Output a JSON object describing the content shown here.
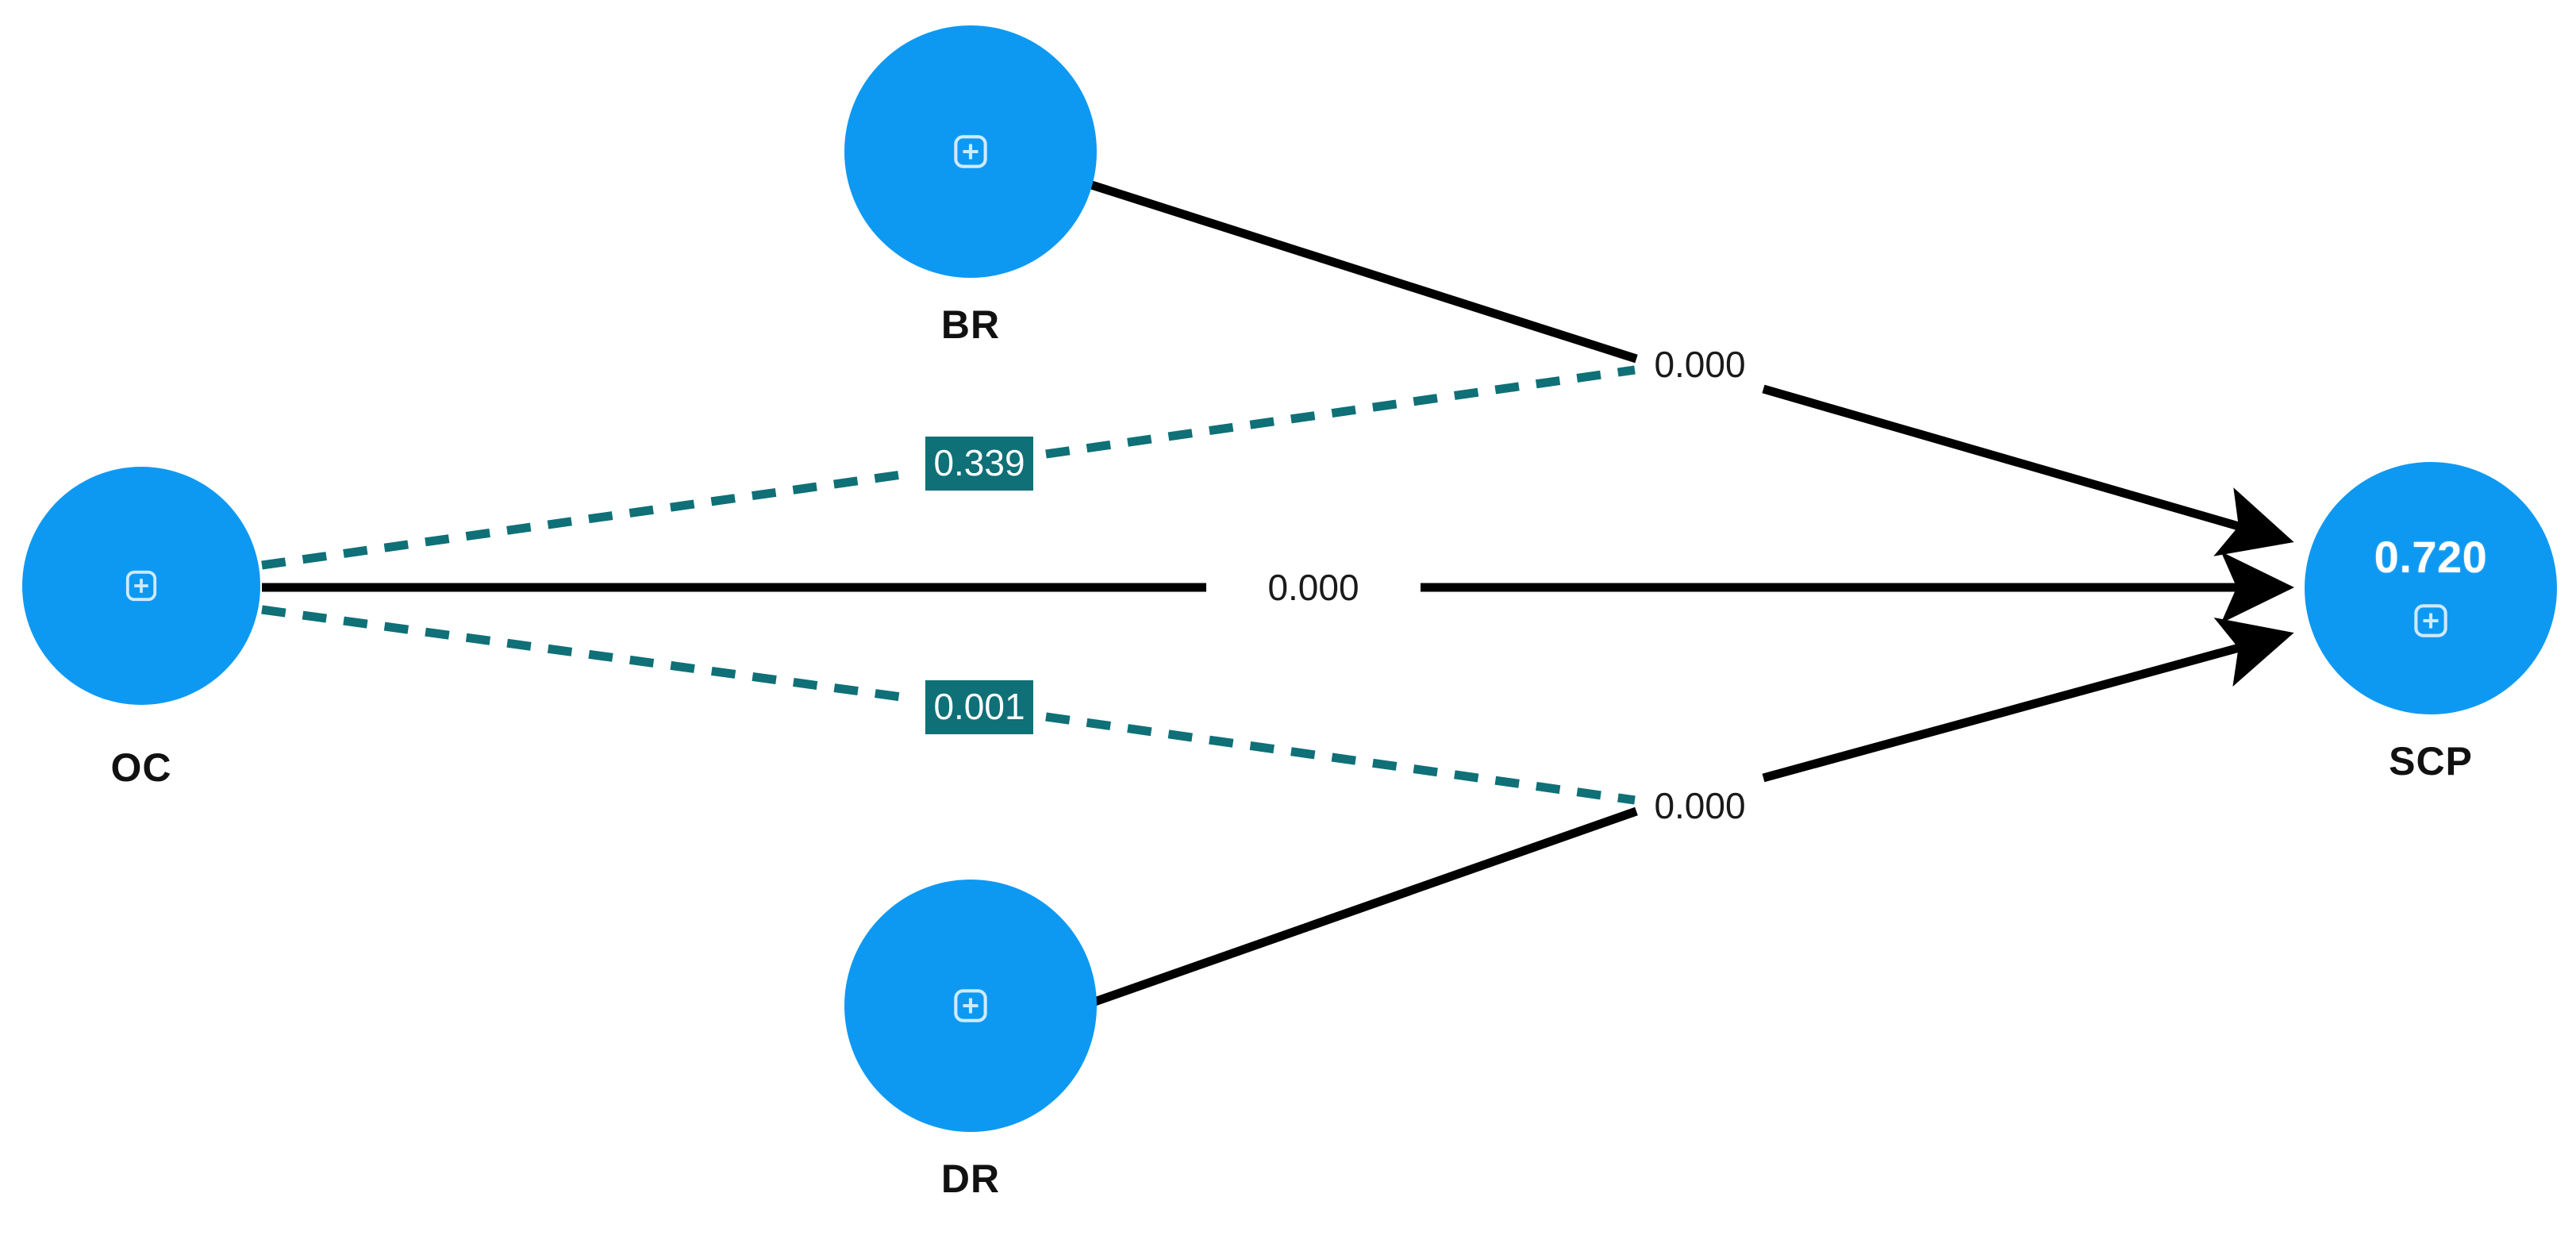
{
  "diagram": {
    "type": "pls-sem-path-model",
    "background_color": "#ffffff",
    "node_color": "#0d99f2",
    "significant_label_color": "#0f7077",
    "path_color": "#000000",
    "indirect_path_color": "#0f7077"
  },
  "nodes": {
    "oc": {
      "label": "OC",
      "icon": "plus-square-icon",
      "value": ""
    },
    "br": {
      "label": "BR",
      "icon": "plus-square-icon",
      "value": ""
    },
    "dr": {
      "label": "DR",
      "icon": "plus-square-icon",
      "value": ""
    },
    "scp": {
      "label": "SCP",
      "icon": "plus-square-icon",
      "value": "0.720"
    }
  },
  "edges": [
    {
      "id": "br-scp",
      "from": "BR",
      "to": "SCP",
      "label": "0.000",
      "style": "solid",
      "color": "#000000"
    },
    {
      "id": "oc-scp",
      "from": "OC",
      "to": "SCP",
      "label": "0.000",
      "style": "solid",
      "color": "#000000"
    },
    {
      "id": "dr-scp",
      "from": "DR",
      "to": "SCP",
      "label": "0.000",
      "style": "solid",
      "color": "#000000"
    },
    {
      "id": "oc-br",
      "from": "OC",
      "to": "BR",
      "label": "0.339",
      "style": "dashed",
      "color": "#0f7077"
    },
    {
      "id": "oc-dr",
      "from": "OC",
      "to": "DR",
      "label": "0.001",
      "style": "dashed",
      "color": "#0f7077"
    }
  ],
  "chart_data": {
    "type": "diagram",
    "title": "",
    "nodes": [
      {
        "name": "OC",
        "r_square": null,
        "position": "left"
      },
      {
        "name": "BR",
        "r_square": null,
        "position": "top"
      },
      {
        "name": "DR",
        "r_square": null,
        "position": "bottom"
      },
      {
        "name": "SCP",
        "r_square": "0.720",
        "position": "right"
      }
    ],
    "paths": [
      {
        "from": "BR",
        "to": "SCP",
        "value": "0.000",
        "line": "solid",
        "arrow": true
      },
      {
        "from": "OC",
        "to": "SCP",
        "value": "0.000",
        "line": "solid",
        "arrow": true
      },
      {
        "from": "DR",
        "to": "SCP",
        "value": "0.000",
        "line": "solid",
        "arrow": true
      },
      {
        "from": "OC",
        "to": "BR",
        "value": "0.339",
        "line": "dashed",
        "arrow": false
      },
      {
        "from": "OC",
        "to": "DR",
        "value": "0.001",
        "line": "dashed",
        "arrow": false
      }
    ],
    "legend": []
  }
}
